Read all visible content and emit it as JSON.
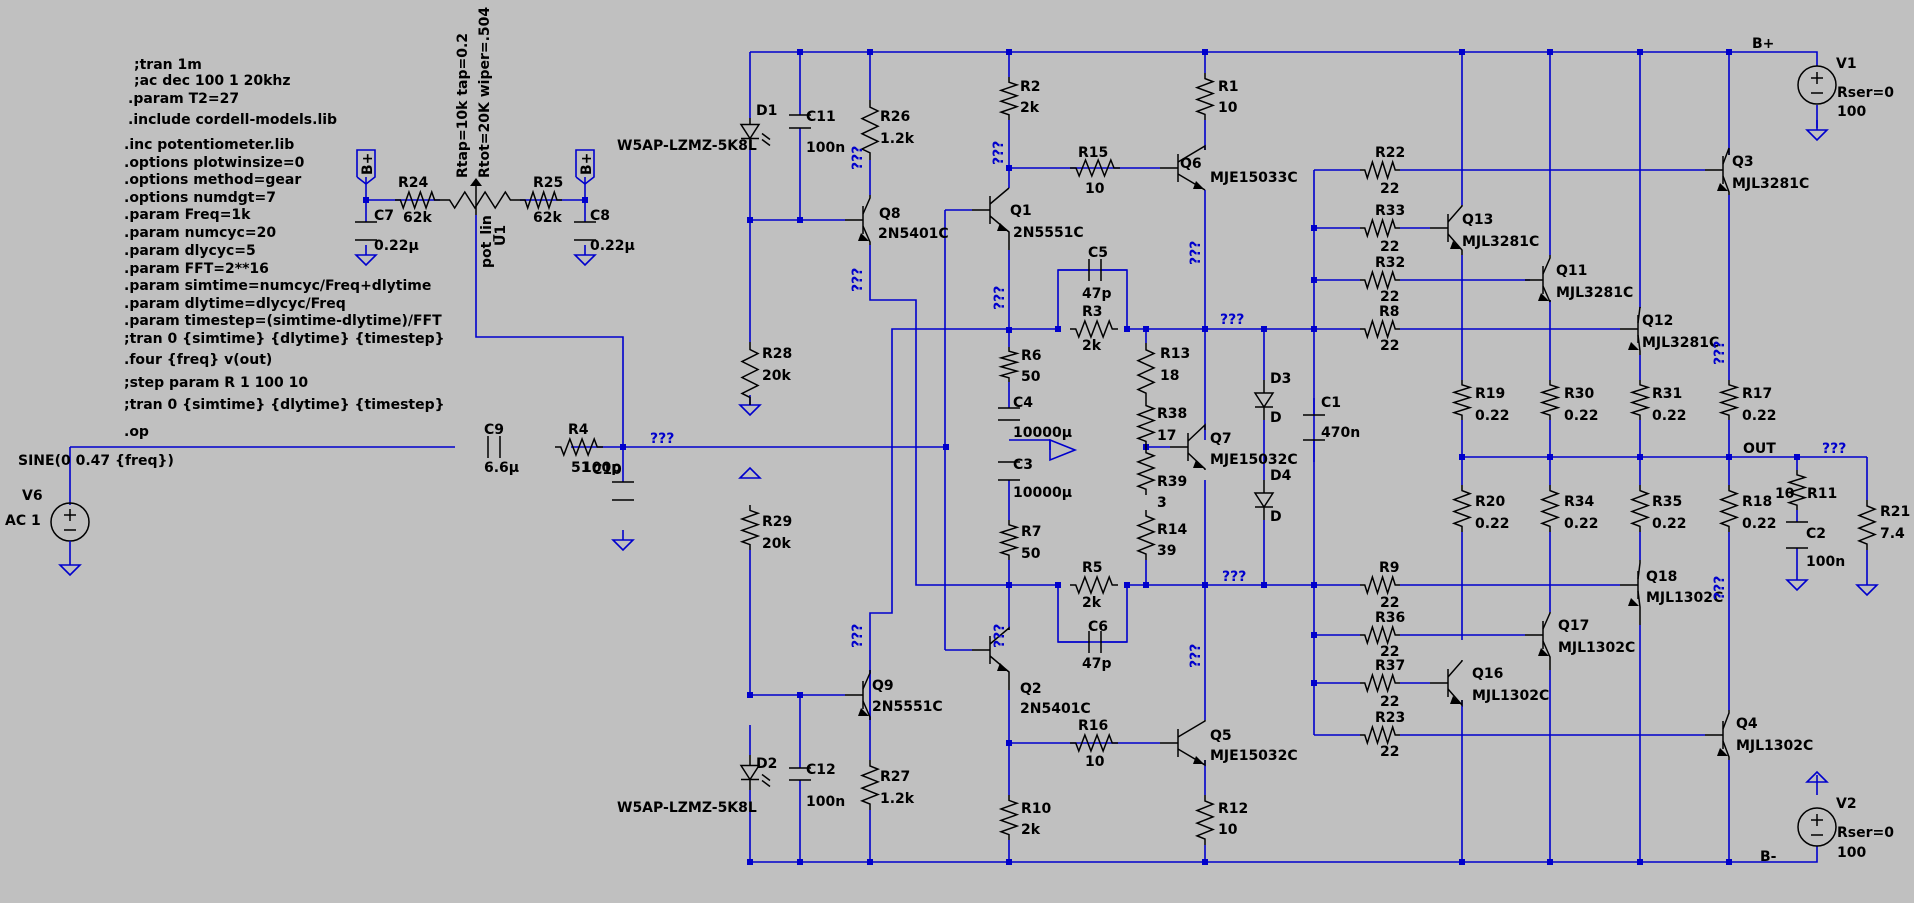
{
  "directives": [
    ";tran 1m",
    ";ac dec 100 1 20khz",
    ".param T2=27",
    ".include cordell-models.lib",
    ".inc potentiometer.lib",
    ".options plotwinsize=0",
    ".options method=gear",
    ".options numdgt=7",
    ".param Freq=1k",
    ".param numcyc=20",
    ".param dlycyc=5",
    ".param FFT=2**16",
    ".param simtime=numcyc/Freq+dlytime",
    ".param dlytime=dlycyc/Freq",
    ".param timestep=(simtime-dlytime)/FFT",
    ";tran 0 {simtime} {dlytime} {timestep}",
    ".four {freq} v(out)",
    ";step param R 1 100 10",
    ";tran 0 {simtime} {dlytime} {timestep}",
    ".op"
  ],
  "pot": {
    "params_a": "Rtap=10k tap=0.2",
    "params_b": "Rtot=20K wiper=.504",
    "model": "pot_lin",
    "ref": "U1"
  },
  "source_v6": {
    "ref": "V6",
    "value": "SINE(0 0.47 {freq})",
    "ac": "AC 1"
  },
  "source_v1": {
    "ref": "V1",
    "rser": "Rser=0",
    "value": "100"
  },
  "source_v2": {
    "ref": "V2",
    "rser": "Rser=0",
    "value": "100"
  },
  "rails": {
    "pos": "B+",
    "neg": "B-",
    "out": "OUT"
  },
  "unknown_node": "???",
  "resistors": [
    {
      "ref": "R24",
      "value": "62k"
    },
    {
      "ref": "R25",
      "value": "62k"
    },
    {
      "ref": "R4",
      "value": "51"
    },
    {
      "ref": "R26",
      "value": "1.2k"
    },
    {
      "ref": "R28",
      "value": "20k"
    },
    {
      "ref": "R29",
      "value": "20k"
    },
    {
      "ref": "R27",
      "value": "1.2k"
    },
    {
      "ref": "R2",
      "value": "2k"
    },
    {
      "ref": "R15",
      "value": "10"
    },
    {
      "ref": "R1",
      "value": "10"
    },
    {
      "ref": "R3",
      "value": "2k"
    },
    {
      "ref": "R6",
      "value": "50"
    },
    {
      "ref": "R13",
      "value": "18"
    },
    {
      "ref": "R38",
      "value": "17"
    },
    {
      "ref": "R39",
      "value": "3"
    },
    {
      "ref": "R14",
      "value": "39"
    },
    {
      "ref": "R7",
      "value": "50"
    },
    {
      "ref": "R5",
      "value": "2k"
    },
    {
      "ref": "R16",
      "value": "10"
    },
    {
      "ref": "R10",
      "value": "2k"
    },
    {
      "ref": "R12",
      "value": "10"
    },
    {
      "ref": "R22",
      "value": "22"
    },
    {
      "ref": "R33",
      "value": "22"
    },
    {
      "ref": "R32",
      "value": "22"
    },
    {
      "ref": "R8",
      "value": "22"
    },
    {
      "ref": "R9",
      "value": "22"
    },
    {
      "ref": "R36",
      "value": "22"
    },
    {
      "ref": "R37",
      "value": "22"
    },
    {
      "ref": "R23",
      "value": "22"
    },
    {
      "ref": "R19",
      "value": "0.22"
    },
    {
      "ref": "R30",
      "value": "0.22"
    },
    {
      "ref": "R31",
      "value": "0.22"
    },
    {
      "ref": "R17",
      "value": "0.22"
    },
    {
      "ref": "R20",
      "value": "0.22"
    },
    {
      "ref": "R34",
      "value": "0.22"
    },
    {
      "ref": "R35",
      "value": "0.22"
    },
    {
      "ref": "R18",
      "value": "0.22"
    },
    {
      "ref": "R11",
      "value": "10"
    },
    {
      "ref": "R21",
      "value": "7.4"
    }
  ],
  "capacitors": [
    {
      "ref": "C7",
      "value": "0.22µ"
    },
    {
      "ref": "C8",
      "value": "0.22µ"
    },
    {
      "ref": "C9",
      "value": "6.6µ"
    },
    {
      "ref": "C10",
      "value": "100p"
    },
    {
      "ref": "C11",
      "value": "100n"
    },
    {
      "ref": "C12",
      "value": "100n"
    },
    {
      "ref": "C5",
      "value": "47p"
    },
    {
      "ref": "C4",
      "value": "10000µ"
    },
    {
      "ref": "C3",
      "value": "10000µ"
    },
    {
      "ref": "C6",
      "value": "47p"
    },
    {
      "ref": "C1",
      "value": "470n"
    },
    {
      "ref": "C2",
      "value": "100n"
    }
  ],
  "diodes": [
    {
      "ref": "D1",
      "model": "W5AP-LZMZ-5K8L"
    },
    {
      "ref": "D2",
      "model": "W5AP-LZMZ-5K8L"
    },
    {
      "ref": "D3",
      "model": "D"
    },
    {
      "ref": "D4",
      "model": "D"
    }
  ],
  "transistors": [
    {
      "ref": "Q8",
      "model": "2N5401C"
    },
    {
      "ref": "Q9",
      "model": "2N5551C"
    },
    {
      "ref": "Q1",
      "model": "2N5551C"
    },
    {
      "ref": "Q2",
      "model": "2N5401C"
    },
    {
      "ref": "Q6",
      "model": "MJE15033C"
    },
    {
      "ref": "Q5",
      "model": "MJE15032C"
    },
    {
      "ref": "Q7",
      "model": "MJE15032C"
    },
    {
      "ref": "Q13",
      "model": "MJL3281C"
    },
    {
      "ref": "Q11",
      "model": "MJL3281C"
    },
    {
      "ref": "Q12",
      "model": "MJL3281C"
    },
    {
      "ref": "Q3",
      "model": "MJL3281C"
    },
    {
      "ref": "Q18",
      "model": "MJL1302C"
    },
    {
      "ref": "Q17",
      "model": "MJL1302C"
    },
    {
      "ref": "Q16",
      "model": "MJL1302C"
    },
    {
      "ref": "Q4",
      "model": "MJL1302C"
    }
  ]
}
